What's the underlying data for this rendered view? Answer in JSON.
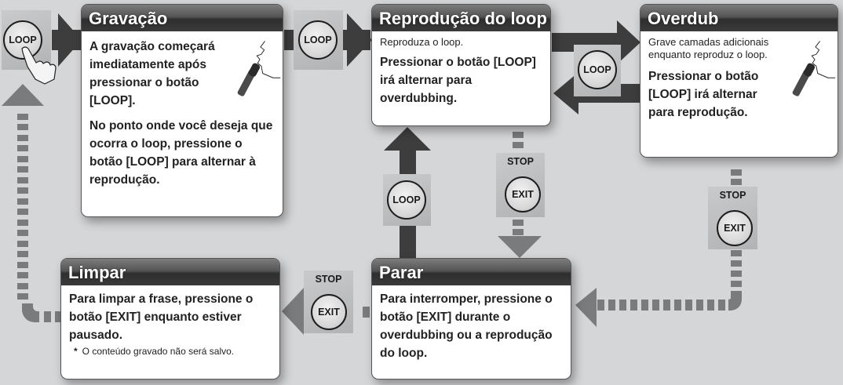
{
  "buttons": {
    "loop_label": "LOOP",
    "exit_label": "EXIT",
    "stop_label": "STOP"
  },
  "cards": {
    "gravacao": {
      "title": "Gravação",
      "text1": "A gravação começará imediatamente após pressionar o botão [LOOP].",
      "text2": "No ponto onde você deseja que ocorra o loop, pressione o botão [LOOP] para alternar à reprodução."
    },
    "reproducao": {
      "title": "Reprodução do loop",
      "subtitle": "Reproduza o loop.",
      "text": "Pressionar o botão [LOOP] irá alternar para overdubbing."
    },
    "overdub": {
      "title": "Overdub",
      "subtitle": "Grave camadas adicionais enquanto reproduz o loop.",
      "text": "Pressionar o botão [LOOP] irá alternar para reprodução."
    },
    "limpar": {
      "title": "Limpar",
      "text": "Para limpar a frase, pressione o botão [EXIT] enquanto estiver pausado.",
      "note_marker": "*",
      "note": "O conteúdo gravado não será salvo."
    },
    "parar": {
      "title": "Parar",
      "text": "Para interromper, pressione o botão [EXIT] durante o overdubbing ou a reprodução do loop."
    }
  },
  "colors": {
    "background": "#d5d6d8",
    "solid_arrow": "#3d3d3d",
    "dashed_arrow": "#7a7b7d",
    "header_dark": "#2e2e2e"
  }
}
